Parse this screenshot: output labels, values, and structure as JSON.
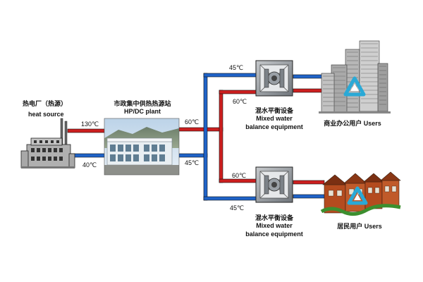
{
  "heat_source": {
    "label_cn": "热电厂（热源）",
    "label_en": "heat source"
  },
  "plant": {
    "label_cn": "市政集中供热热源站",
    "label_en": "HP/DC plant"
  },
  "mixer_top": {
    "label_cn": "混水平衡设备",
    "label_en_1": "Mixed water",
    "label_en_2": "balance equipment"
  },
  "mixer_bottom": {
    "label_cn": "混水平衡设备",
    "label_en_1": "Mixed water",
    "label_en_2": "balance equipment"
  },
  "users_office": {
    "label": "商业办公用户 Users"
  },
  "users_residential": {
    "label": "居民用户 Users"
  },
  "temperatures": {
    "source_supply": "130℃",
    "source_return": "40℃",
    "plant_supply": "60℃",
    "plant_return": "45℃",
    "top_return": "45℃",
    "top_supply": "60℃",
    "bottom_supply": "60℃",
    "bottom_return": "45℃"
  },
  "colors": {
    "hot_pipe": "#cc1f1f",
    "cold_pipe": "#1f63c8",
    "pipe_outline": "#111111",
    "recycle_icon": "#2aa9d6"
  }
}
